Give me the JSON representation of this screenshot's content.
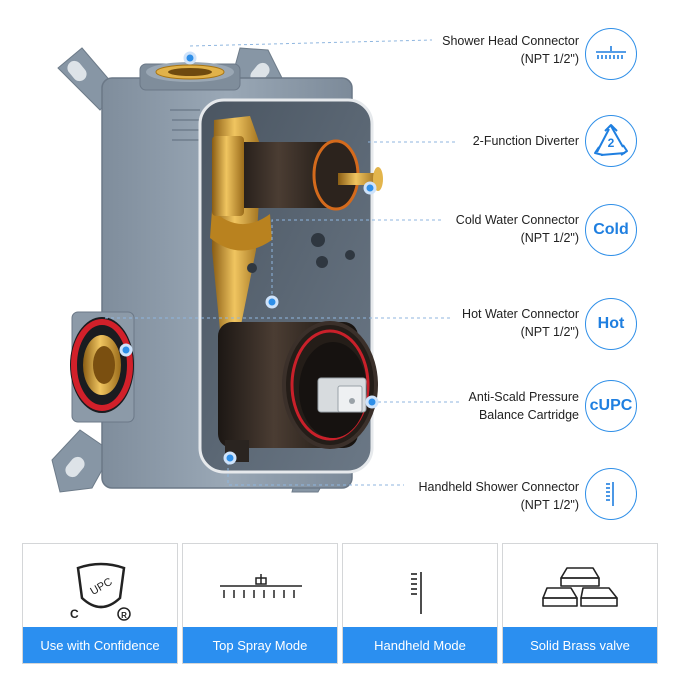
{
  "callouts": [
    {
      "id": "shower-head",
      "line1": "Shower Head Connector",
      "line2": "(NPT 1/2\")",
      "icon": "shower-head-icon"
    },
    {
      "id": "diverter",
      "line1": "2-Function Diverter",
      "line2": "",
      "icon": "recycle-two-icon",
      "badge_text": "2"
    },
    {
      "id": "cold",
      "line1": "Cold Water Connector",
      "line2": "(NPT 1/2\")",
      "badge_text": "Cold"
    },
    {
      "id": "hot",
      "line1": "Hot Water Connector",
      "line2": "(NPT 1/2\")",
      "badge_text": "Hot"
    },
    {
      "id": "cartridge",
      "line1": "Anti-Scald Pressure",
      "line2": "Balance Cartridge",
      "badge_text": "cUPC"
    },
    {
      "id": "handheld",
      "line1": "Handheld Shower Connector",
      "line2": "(NPT 1/2\")",
      "icon": "handheld-shower-icon"
    }
  ],
  "cards": [
    {
      "label": "Use with Confidence",
      "icon": "upc-shield-icon",
      "shield_text": "UPC",
      "c_mark": "C",
      "r_mark": "R"
    },
    {
      "label": "Top Spray Mode",
      "icon": "shower-head-icon"
    },
    {
      "label": "Handheld Mode",
      "icon": "handheld-shower-icon"
    },
    {
      "label": "Solid Brass valve",
      "icon": "brass-bars-icon"
    }
  ],
  "colors": {
    "accent": "#2b8ff0",
    "housing": "#8a99a8",
    "brass": "#c9962e",
    "dark": "#2a2420",
    "red_ring": "#d2202a"
  }
}
